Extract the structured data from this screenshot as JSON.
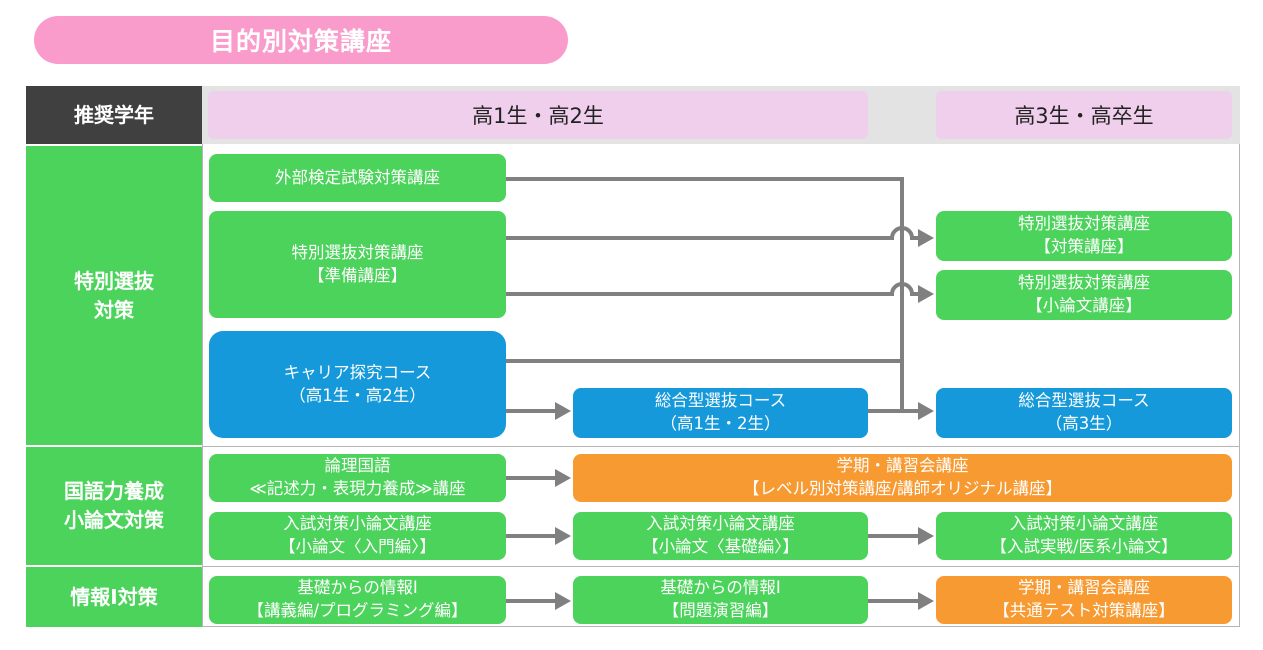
{
  "title": "目的別対策講座",
  "header": {
    "label": "推奨学年",
    "grade_12": "高1生・高2生",
    "grade_3": "高3生・高卒生"
  },
  "sections": {
    "tokubetsu": [
      "特別選抜",
      "対策"
    ],
    "kokugo": [
      "国語力養成",
      "小論文対策"
    ],
    "joho": "情報Ⅰ対策"
  },
  "boxes": {
    "gaibu": [
      "外部検定試験対策講座"
    ],
    "tokubetsu_junbi": [
      "特別選抜対策講座",
      "【準備講座】"
    ],
    "career": [
      "キャリア探究コース",
      "（高1生・高2生）"
    ],
    "sogo_12": [
      "総合型選抜コース",
      "（高1生・2生）"
    ],
    "tokubetsu_taisaku": [
      "特別選抜対策講座",
      "【対策講座】"
    ],
    "tokubetsu_shoronbun": [
      "特別選抜対策講座",
      "【小論文講座】"
    ],
    "sogo_3": [
      "総合型選抜コース",
      "（高3生）"
    ],
    "ronri": [
      "論理国語",
      "≪記述力・表現力養成≫講座"
    ],
    "gakki_level": [
      "学期・講習会講座",
      "【レベル別対策講座/講師オリジナル講座】"
    ],
    "nyushi_nyumon": [
      "入試対策小論文講座",
      "【小論文〈入門編〉】"
    ],
    "nyushi_kiso": [
      "入試対策小論文講座",
      "【小論文〈基礎編〉】"
    ],
    "nyushi_jissen": [
      "入試対策小論文講座",
      "【入試実戦/医系小論文】"
    ],
    "joho_kogi": [
      "基礎からの情報Ⅰ",
      "【講義編/プログラミング編】"
    ],
    "joho_mondai": [
      "基礎からの情報Ⅰ",
      "【問題演習編】"
    ],
    "gakki_kyotsu": [
      "学期・講習会講座",
      "【共通テスト対策講座】"
    ]
  },
  "colors": {
    "title_pill": "#f99ccc",
    "header_dark": "#404040",
    "section_green": "#4cd35b",
    "grade_pink": "#efcfec",
    "box_green": "#4cd35b",
    "box_blue": "#1599da",
    "box_orange": "#f79a32",
    "arrow_gray": "#808080"
  }
}
